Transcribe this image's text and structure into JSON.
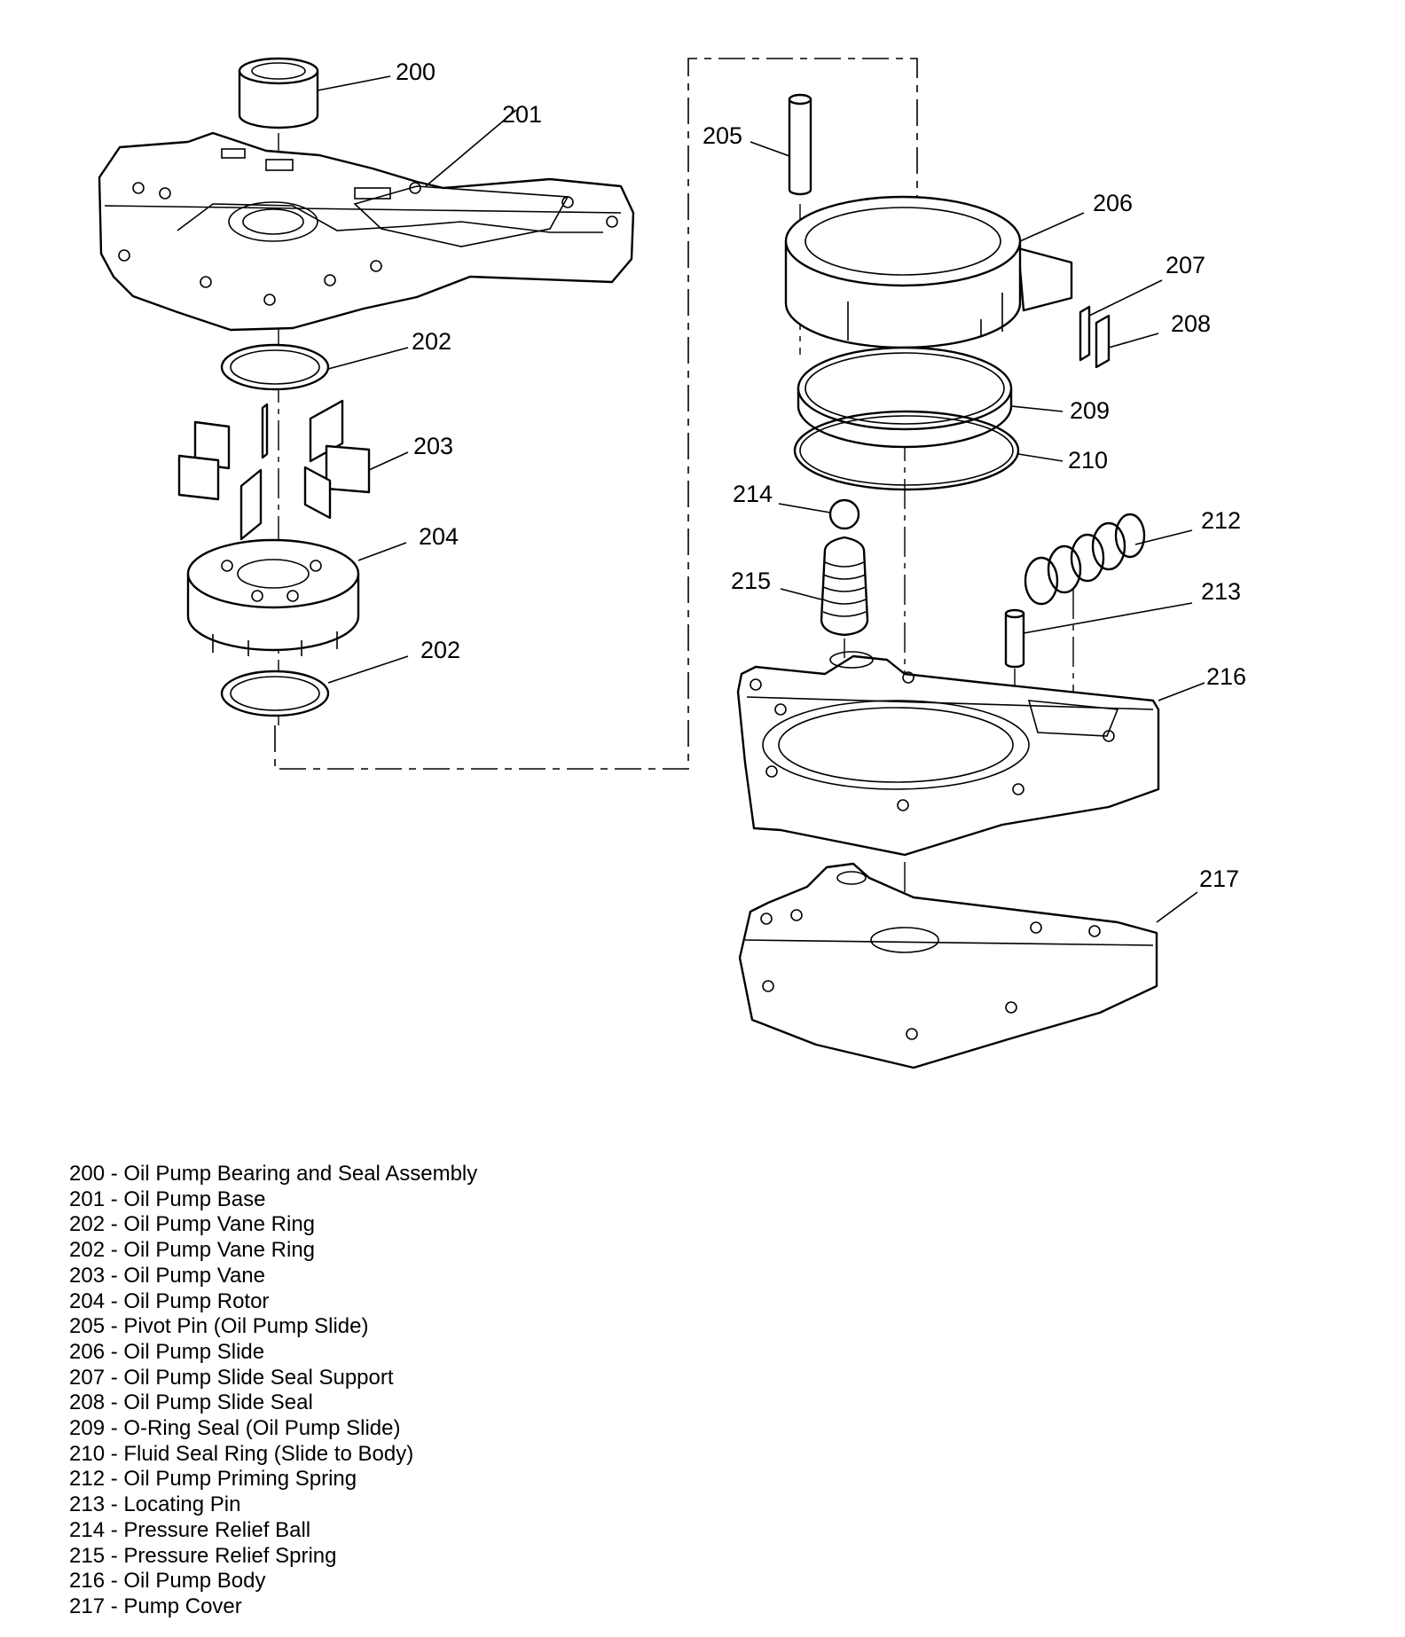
{
  "callouts": [
    {
      "id": "200"
    },
    {
      "id": "201"
    },
    {
      "id": "202"
    },
    {
      "id": "202"
    },
    {
      "id": "203"
    },
    {
      "id": "204"
    },
    {
      "id": "205"
    },
    {
      "id": "206"
    },
    {
      "id": "207"
    },
    {
      "id": "208"
    },
    {
      "id": "209"
    },
    {
      "id": "210"
    },
    {
      "id": "214"
    },
    {
      "id": "212"
    },
    {
      "id": "215"
    },
    {
      "id": "213"
    },
    {
      "id": "216"
    },
    {
      "id": "217"
    }
  ],
  "legend": [
    "200 - Oil Pump Bearing and Seal Assembly",
    "201 - Oil Pump Base",
    "202 - Oil Pump Vane Ring",
    "202 - Oil Pump Vane Ring",
    "203 - Oil Pump Vane",
    "204 - Oil Pump Rotor",
    "205 - Pivot Pin (Oil Pump Slide)",
    "206 - Oil Pump Slide",
    "207 - Oil Pump Slide Seal Support",
    "208 - Oil Pump Slide Seal",
    "209 - O-Ring Seal (Oil Pump Slide)",
    "210 - Fluid Seal Ring (Slide to Body)",
    "212 - Oil Pump Priming Spring",
    "213 - Locating Pin",
    "214 - Pressure Relief Ball",
    "215 - Pressure Relief Spring",
    "216 - Oil Pump Body",
    "217 - Pump Cover"
  ]
}
